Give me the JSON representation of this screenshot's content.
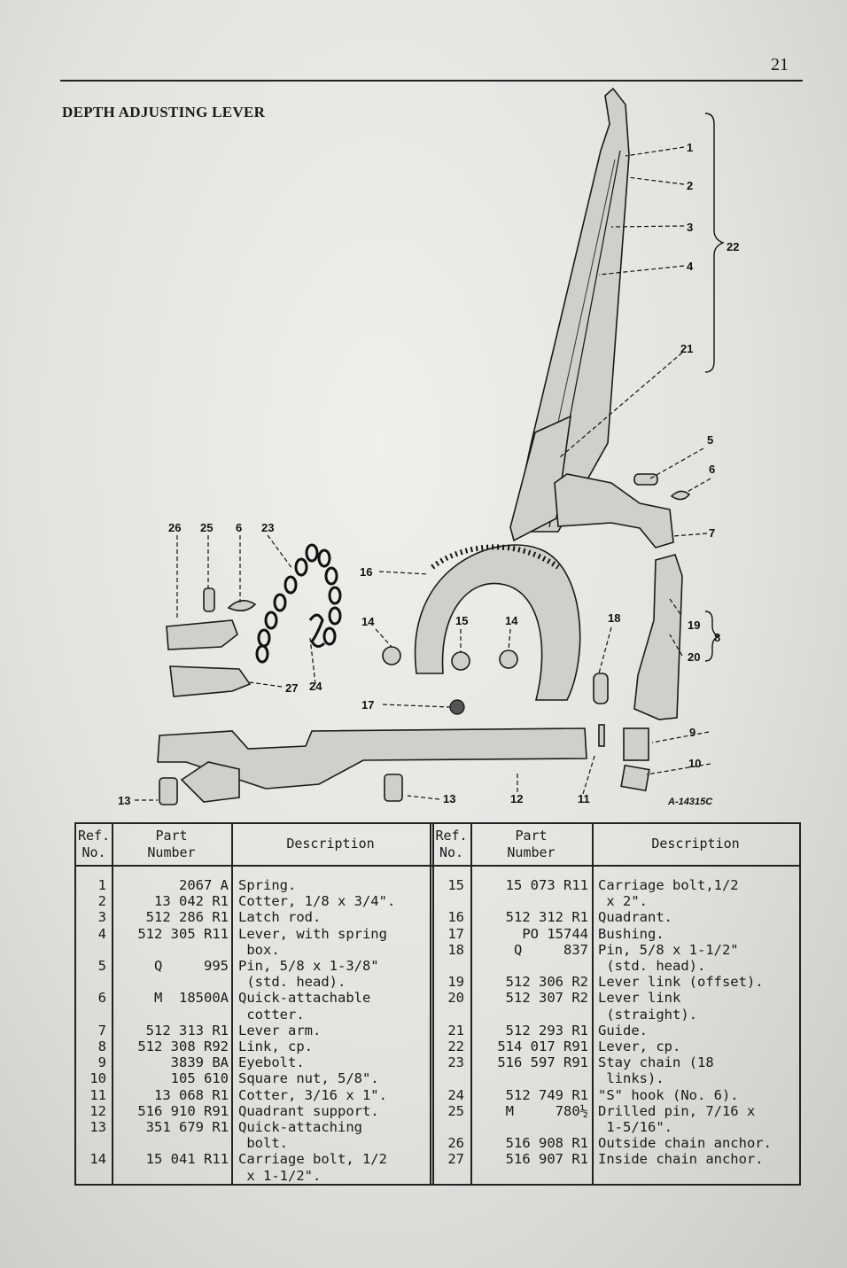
{
  "page_number": "21",
  "title": "DEPTH ADJUSTING LEVER",
  "figure": {
    "code": "A-14315C",
    "callouts": [
      "1",
      "2",
      "3",
      "4",
      "5",
      "6",
      "7",
      "8",
      "9",
      "10",
      "11",
      "12",
      "13",
      "13",
      "14",
      "14",
      "15",
      "16",
      "17",
      "18",
      "19",
      "20",
      "21",
      "22",
      "23",
      "24",
      "25",
      "26",
      "27",
      "6"
    ]
  },
  "table": {
    "headers": {
      "ref": "Ref.\nNo.",
      "part": "Part\nNumber",
      "desc": "Description"
    },
    "left": {
      "refs": "1\n2\n3\n4\n\n5\n\n6\n\n7\n8\n9\n10\n11\n12\n13\n\n14",
      "parts": "2067 A\n13 042 R1\n512 286 R1\n512 305 R11\n\nQ     995\n\nM  18500A\n\n512 313 R1\n512 308 R92\n3839 BA\n105 610\n13 068 R1\n516 910 R91\n351 679 R1\n\n15 041 R11",
      "descs": "Spring.\nCotter, 1/8 x 3/4\".\nLatch rod.\nLever, with spring\n box.\nPin, 5/8 x 1-3/8\"\n (std. head).\nQuick-attachable\n cotter.\nLever arm.\nLink, cp.\nEyebolt.\nSquare nut, 5/8\".\nCotter, 3/16 x 1\".\nQuadrant support.\nQuick-attaching\n bolt.\nCarriage bolt, 1/2\n x 1-1/2\"."
    },
    "right": {
      "refs": "15\n\n16\n17\n18\n\n19\n20\n\n21\n22\n23\n\n24\n25\n\n26\n27",
      "parts": "15 073 R11\n\n512 312 R1\nPO 15744\nQ     837\n\n512 306 R2\n512 307 R2\n\n512 293 R1\n514 017 R91\n516 597 R91\n\n512 749 R1\nM     780½\n\n516 908 R1\n516 907 R1",
      "descs": "Carriage bolt,1/2\n x 2\".\nQuadrant.\nBushing.\nPin, 5/8 x 1-1/2\"\n (std. head).\nLever link (offset).\nLever link\n (straight).\nGuide.\nLever, cp.\nStay chain (18\n links).\n\"S\" hook (No. 6).\nDrilled pin, 7/16 x\n 1-5/16\".\nOutside chain anchor.\nInside chain anchor."
    }
  }
}
